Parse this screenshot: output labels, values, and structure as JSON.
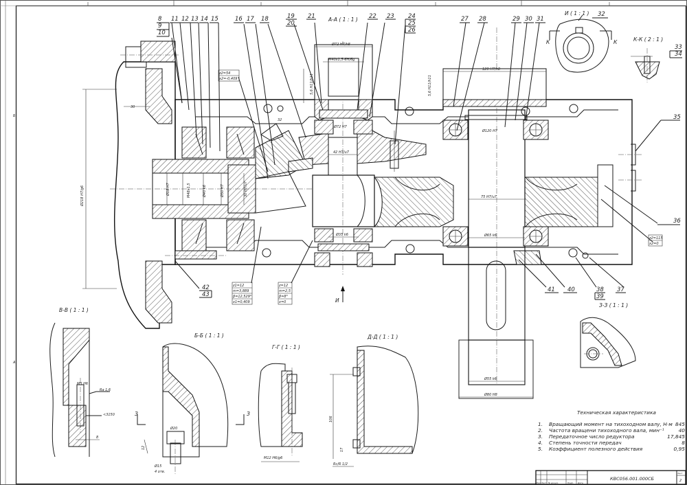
{
  "drawing": {
    "designation": "КВС056.001.000СБ",
    "sheet_number": "2",
    "frame_zone_letters": [
      "Б",
      "А"
    ],
    "title_block_headers": [
      "Изм",
      "Лист",
      "№ докум.",
      "Подп.",
      "Дата",
      "Лист"
    ]
  },
  "position_labels": {
    "p8": "8",
    "p9": "9",
    "p10": "10",
    "p11": "11",
    "p12": "12",
    "p13": "13",
    "p14": "14",
    "p15": "15",
    "p16": "16",
    "p17": "17",
    "p18": "18",
    "p19": "19",
    "p20": "20",
    "p21": "21",
    "p22": "22",
    "p23": "23",
    "p24": "24",
    "p25": "25",
    "p26": "26",
    "p27": "27",
    "p28": "28",
    "p29": "29",
    "p30": "30",
    "p31": "31",
    "p32": "32",
    "p33": "33",
    "p34": "34",
    "p35": "35",
    "p36": "36",
    "p37": "37",
    "p38": "38",
    "p39": "39",
    "p40": "40",
    "p41": "41",
    "p42": "42",
    "p43": "43"
  },
  "section_titles": {
    "aa": "А-А ( 1 : 1 )",
    "ii": "И ( 1 : 1 )",
    "kk": "К-К ( 2 : 1 )",
    "vv": "В-В ( 1 : 1 )",
    "bb": "Б-Б ( 1 : 1 )",
    "gg": "Г-Г ( 1 : 1 )",
    "dd": "Д-Д ( 1 : 1 )",
    "zz": "З-З ( 1 : 1 )",
    "view_i": "И",
    "cut_k": "К",
    "cut_z": "З"
  },
  "dimensions": {
    "d72": "Ø72 H7/h8",
    "m40": "M40x1,5-6H/6g",
    "d72h7": "Ø72 H7",
    "d42": "42 H7/u7",
    "d35k6": "Ø35 k6",
    "d120h8": "120 H7/h8",
    "d120h7": "Ø120 H7",
    "d75": "75 H7/u7",
    "d65": "Ø65 k6",
    "d55": "Ø55 k6",
    "d80": "Ø80 H8",
    "d218": "Ø218 H7/g6",
    "d18": "Ø18 H7",
    "m48": "M48x1,5",
    "d40": "Ø40 k6",
    "d50": "Ø50 H7",
    "d30": "30 H7/u7",
    "s56a": "5,6 H11/h11",
    "s56b": "5,6 H11/h11",
    "d30l": "30",
    "m5": "M5 H6",
    "ra": "Ra 1,6",
    "ang": "<3150",
    "d8": "8",
    "d20": "Ø20",
    "d15": "Ø15",
    "otv": "4 отв.",
    "m12": "M12 H6/g6",
    "rc": "Rc/R 1/2",
    "h106": "106",
    "h17": "17",
    "h12": "12",
    "a32": "32"
  },
  "gear_tables": {
    "bevel_top": [
      "z2=54",
      "x2=-0,409"
    ],
    "pinion": [
      "z1=12",
      "m=3,889",
      "β=12,529°",
      "x1=0,409"
    ],
    "worm": [
      "z=12",
      "m=2,5",
      "β=8°",
      "x=0"
    ],
    "wheel": [
      "z2=115",
      "x2=0"
    ]
  },
  "tech_characteristics": {
    "title": "Техническая характеристика",
    "rows": [
      {
        "num": "1.",
        "label": "Вращающий момент на тихоходном валу, Н·м",
        "value": "845"
      },
      {
        "num": "2.",
        "label": "Частота вращени тихоходного вала, мин⁻¹",
        "value": "40"
      },
      {
        "num": "3.",
        "label": "Передаточное число редуктора",
        "value": "17,845"
      },
      {
        "num": "4.",
        "label": "Степень точности передач",
        "value": "8"
      },
      {
        "num": "5.",
        "label": "Коэффициент полезного действия",
        "value": "0,95"
      }
    ]
  }
}
